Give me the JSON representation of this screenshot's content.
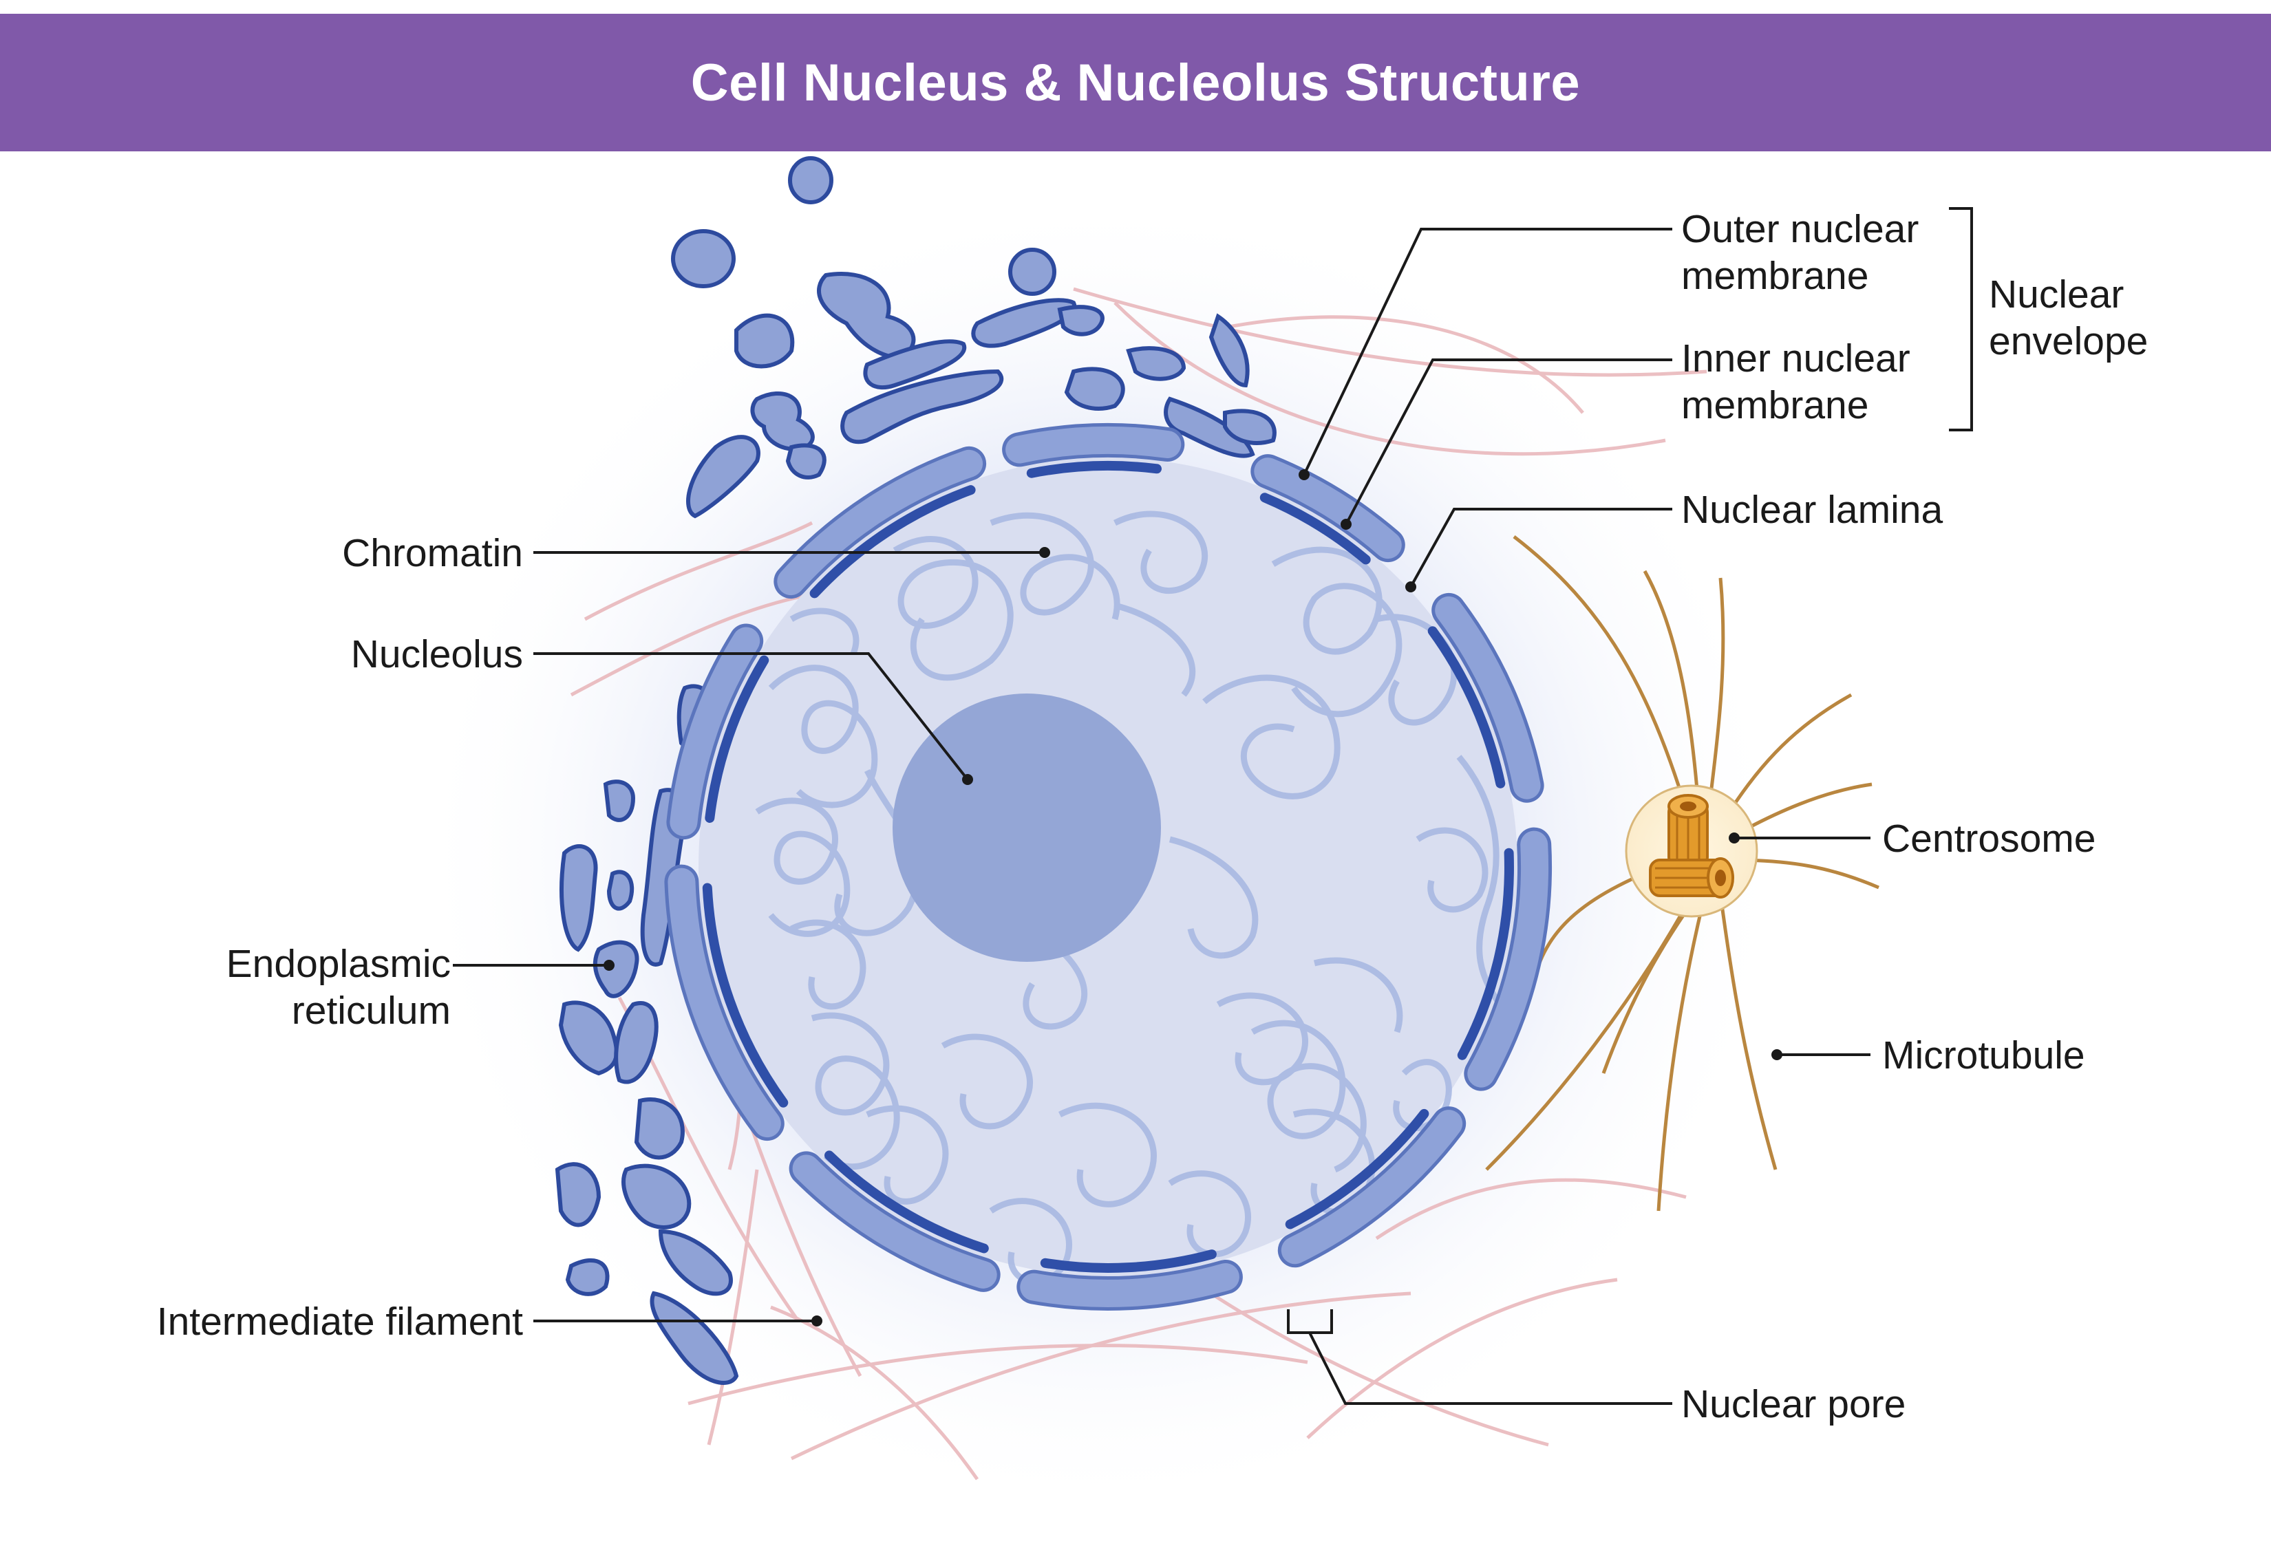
{
  "title": "Cell Nucleus & Nucleolus Structure",
  "labels": {
    "chromatin": "Chromatin",
    "nucleolus": "Nucleolus",
    "er_line1": "Endoplasmic",
    "er_line2": "reticulum",
    "intermediate_filament": "Intermediate filament",
    "outer_line1": "Outer nuclear",
    "outer_line2": "membrane",
    "inner_line1": "Inner nuclear",
    "inner_line2": "membrane",
    "envelope_line1": "Nuclear",
    "envelope_line2": "envelope",
    "nuclear_lamina": "Nuclear lamina",
    "centrosome": "Centrosome",
    "microtubule": "Microtubule",
    "nuclear_pore": "Nuclear pore"
  },
  "colors": {
    "title_bar": "#8059a9",
    "membrane": "#8ea2d8",
    "membrane_edge": "#5b75bd",
    "lamina": "#2f4fa8",
    "nucleoplasm": "#d9def0",
    "nucleolus": "#94a6d6",
    "chromatin": "#a9b9e2",
    "er": "#8fa2d6",
    "er_edge": "#2d4a9e",
    "filament": "#e8b4b8",
    "microtubule": "#b9863f",
    "centrosome": "#e39a2b",
    "cytoplasm_glow": "#e6ebf8"
  }
}
